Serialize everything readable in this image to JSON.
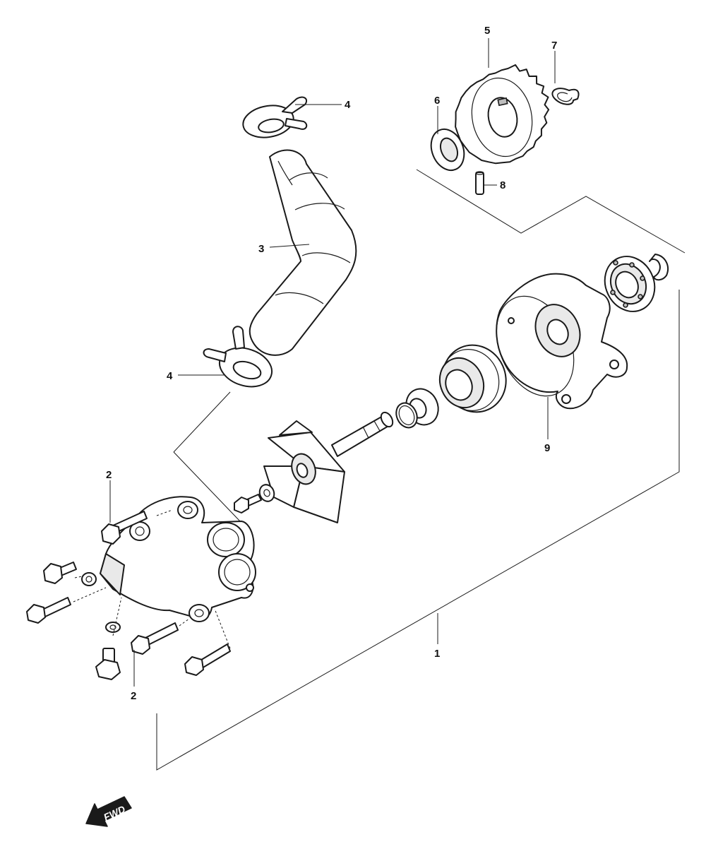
{
  "callouts": {
    "c1": "1",
    "c2a": "2",
    "c2b": "2",
    "c3": "3",
    "c4a": "4",
    "c4b": "4",
    "c5": "5",
    "c6": "6",
    "c7": "7",
    "c8": "8",
    "c9": "9"
  },
  "fwd_label": "FWD",
  "icons": {
    "fwd": "fwd-arrow-icon"
  },
  "colors": {
    "ink": "#1a1a1a",
    "shade": "#e9e9e9",
    "background": "#ffffff"
  }
}
